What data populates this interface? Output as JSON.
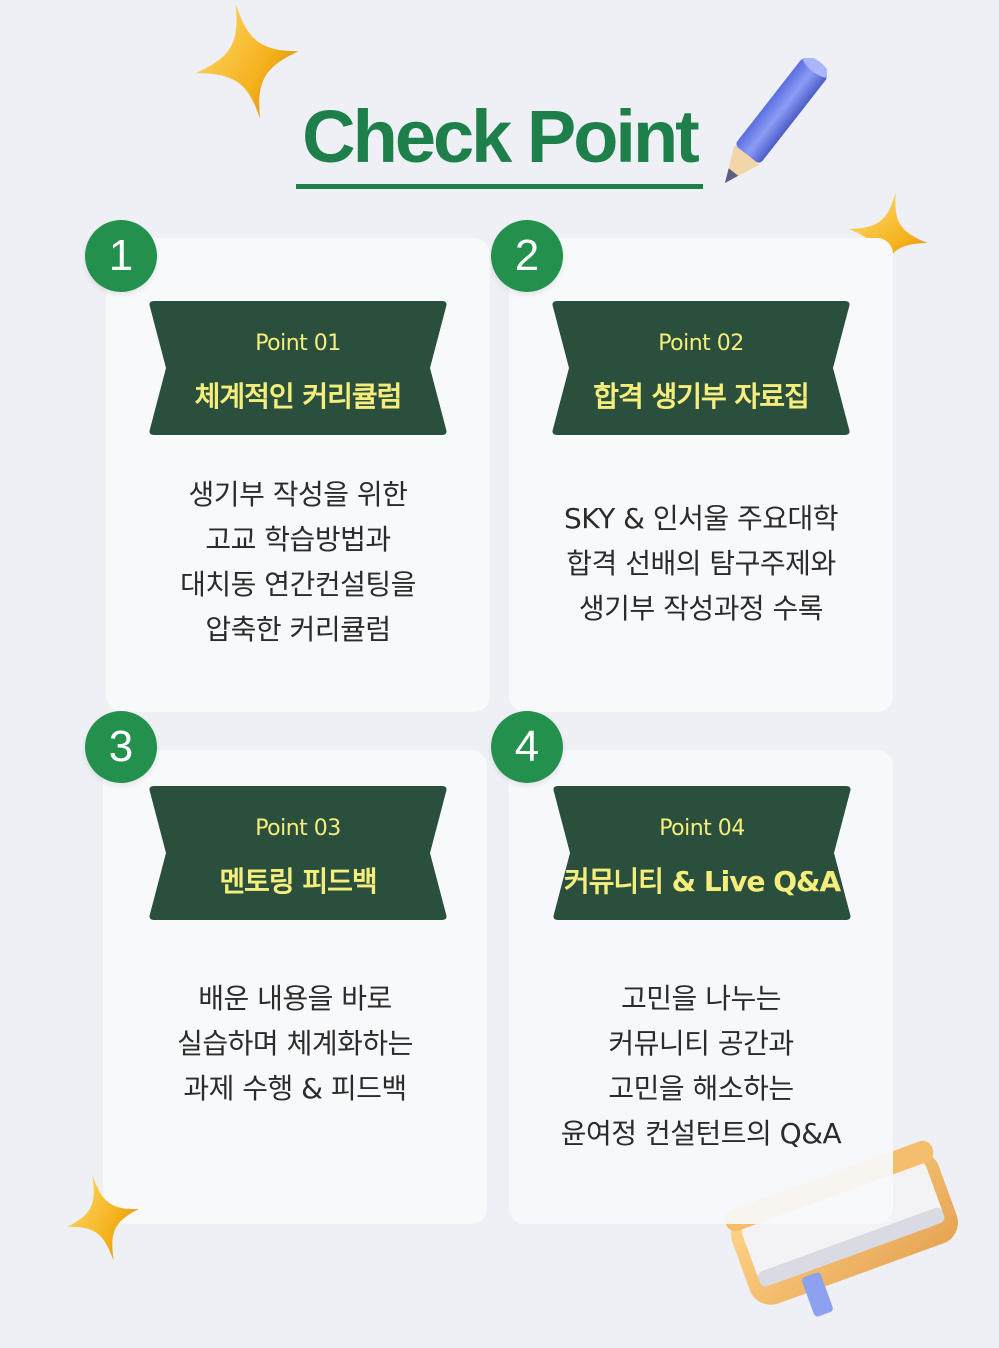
{
  "title": "Check Point",
  "cards": [
    {
      "number": "1",
      "point": "Point 01",
      "name": "체계적인 커리큘럼",
      "lines": [
        "생기부 작성을 위한",
        "고교 학습방법과",
        "대치동 연간컨설팅을",
        "압축한 커리큘럼"
      ]
    },
    {
      "number": "2",
      "point": "Point 02",
      "name": "합격 생기부 자료집",
      "lines": [
        "SKY & 인서울 주요대학",
        "합격 선배의 탐구주제와",
        "생기부 작성과정 수록"
      ]
    },
    {
      "number": "3",
      "point": "Point 03",
      "name": "멘토링 피드백",
      "lines": [
        "배운 내용을 바로",
        "실습하며 체계화하는",
        "과제 수행 & 피드백"
      ]
    },
    {
      "number": "4",
      "point": "Point 04",
      "name": "커뮤니티 & Live Q&A",
      "lines": [
        "고민을 나누는",
        "커뮤니티 공간과",
        "고민을 해소하는",
        "윤여정 컨설턴트의 Q&A"
      ]
    }
  ],
  "colors": {
    "accent_green": "#1d7f49",
    "badge_green": "#23914d",
    "banner_green": "#2a4f3c",
    "banner_text": "#f6ee7c",
    "background": "#eef0f5"
  },
  "icons": [
    "star-icon",
    "pencil-icon",
    "book-icon"
  ]
}
